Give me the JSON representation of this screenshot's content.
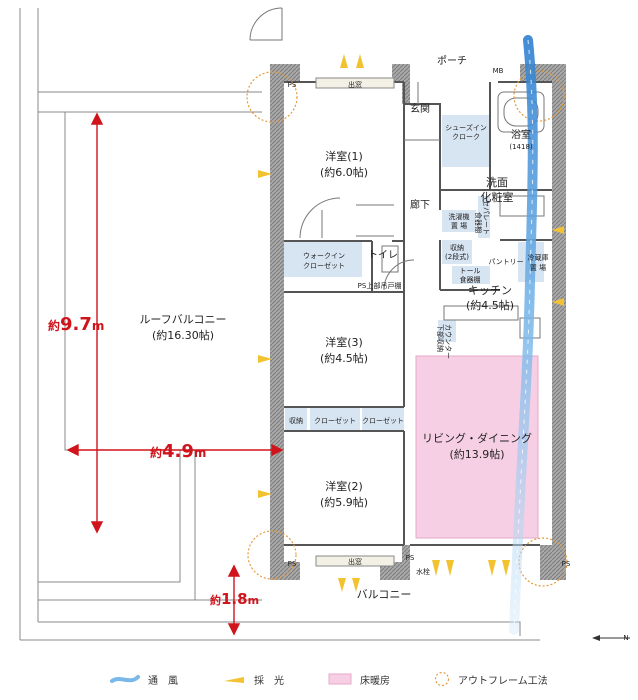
{
  "rooms": {
    "porch": "ポーチ",
    "mb": "MB",
    "entrance": "玄関",
    "shoes_in_closet_1": "シューズイン",
    "shoes_in_closet_2": "クローク",
    "bath": "浴室",
    "bath_size": "(1418)",
    "washroom_1": "洗面",
    "washroom_2": "化粧室",
    "corridor": "廊下",
    "toilet": "トイレ",
    "bedroom1": "洋室(1)",
    "bedroom1_size": "(約6.0帖)",
    "walk_in_1": "ウォークイン",
    "walk_in_2": "クローゼット",
    "upper_shelf": "上部吊戸棚",
    "laundry_1": "洗濯機",
    "laundry_2": "置 場",
    "separate_storage_1": "セパレート",
    "separate_storage_2": "食器棚",
    "storage_2stage_1": "収納",
    "storage_2stage_2": "(2段式)",
    "tall_cupboard_1": "トール",
    "tall_cupboard_2": "食器棚",
    "pantry": "パントリー",
    "fridge_1": "冷蔵庫",
    "fridge_2": "置 場",
    "kitchen": "キッチン",
    "kitchen_size": "(約4.5帖)",
    "counter_storage_1": "カウンター",
    "counter_storage_2": "下部収納",
    "bedroom3": "洋室(3)",
    "bedroom3_size": "(約4.5帖)",
    "storage": "収納",
    "closet_a": "クローゼット",
    "closet_b": "クローゼット",
    "bedroom2": "洋室(2)",
    "bedroom2_size": "(約5.9帖)",
    "living": "リビング・ダイニング",
    "living_size": "(約13.9帖)",
    "roof_balcony": "ルーフバルコニー",
    "roof_balcony_size": "(約16.30帖)",
    "balcony": "バルコニー",
    "bay_window_top": "出窓",
    "bay_window_bottom": "出窓",
    "water_tap": "水栓",
    "ps_label": "PS"
  },
  "dimensions": {
    "depth_prefix": "約",
    "depth_value": "9.7",
    "depth_unit": "m",
    "width_prefix": "約",
    "width_value": "4.9",
    "width_unit": "m",
    "balcony_prefix": "約",
    "balcony_value": "1.8",
    "balcony_unit": "m"
  },
  "north": "N",
  "legend": {
    "ventilation": "通　風",
    "daylight": "採　光",
    "floor_heating": "床暖房",
    "outframe": "アウトフレーム工法"
  },
  "colors": {
    "dimension_red": "#d0141c",
    "floor_heating_pink": "#f6cfe4",
    "wall_gray": "#9a9a9a",
    "storage_blue": "#d7e4f2",
    "airflow_blue": "#3b8fd6",
    "light_yellow": "#f2c230",
    "outframe_orange": "#e39a3b"
  }
}
